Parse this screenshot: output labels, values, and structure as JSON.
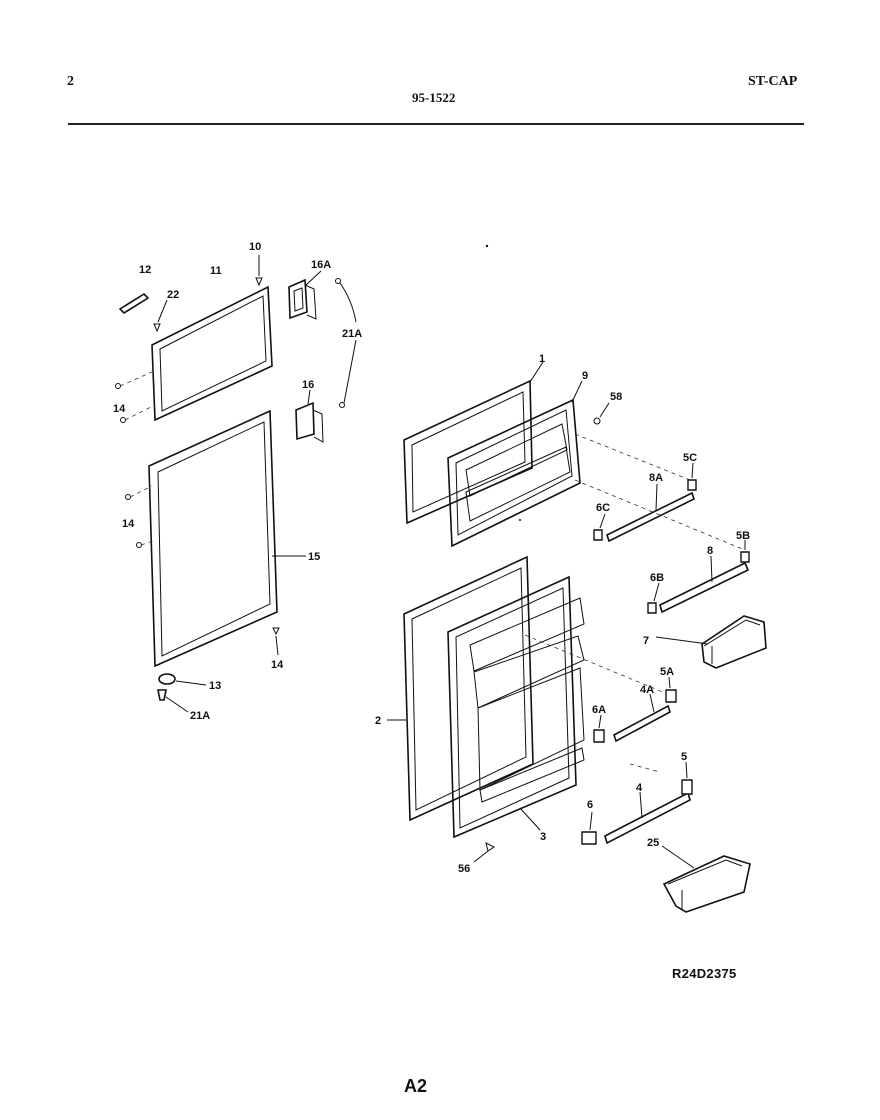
{
  "header": {
    "page_number": "2",
    "doc_number": "95-1522",
    "model_code": "ST-CAP"
  },
  "footer": {
    "diagram_code": "R24D2375",
    "page_id": "A2"
  },
  "callouts": {
    "c1": "1",
    "c2": "2",
    "c3": "3",
    "c4": "4",
    "c4a": "4A",
    "c5": "5",
    "c5a": "5A",
    "c5b": "5B",
    "c5c": "5C",
    "c6": "6",
    "c6a": "6A",
    "c6b": "6B",
    "c6c": "6C",
    "c7": "7",
    "c8": "8",
    "c8a": "8A",
    "c9": "9",
    "c10": "10",
    "c11": "11",
    "c12": "12",
    "c13": "13",
    "c14a": "14",
    "c14b": "14",
    "c14c": "14",
    "c15": "15",
    "c16": "16",
    "c16a": "16A",
    "c21a_top": "21A",
    "c21a_bottom": "21A",
    "c22": "22",
    "c25": "25",
    "c56": "56",
    "c58": "58"
  }
}
